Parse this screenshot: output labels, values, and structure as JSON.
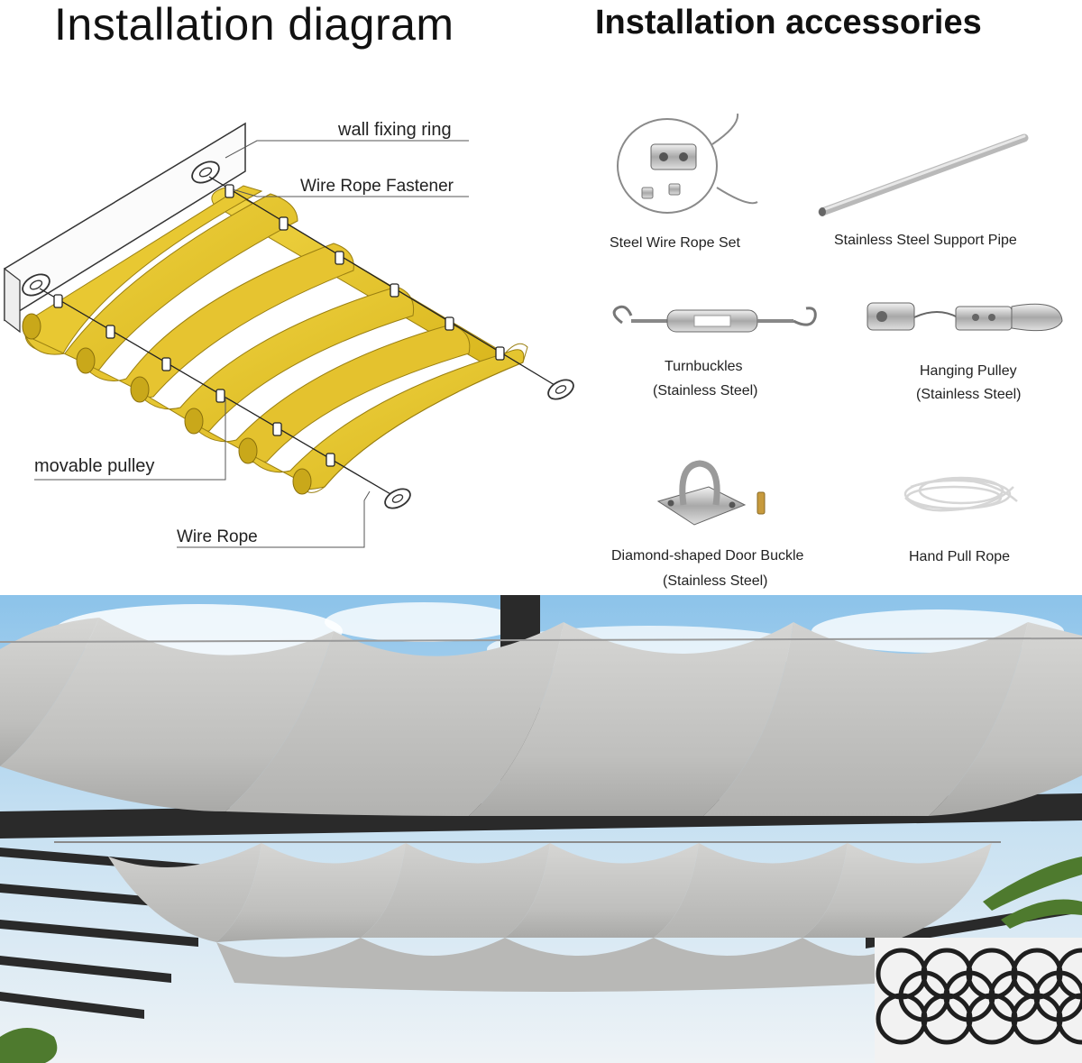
{
  "titles": {
    "diagram": "Installation diagram",
    "accessories": "Installation accessories"
  },
  "diagram_labels": {
    "wall_fixing_ring": "wall fixing ring",
    "wire_rope_fastener": "Wire Rope Fastener",
    "movable_pulley": "movable pulley",
    "wire_rope": "Wire Rope"
  },
  "accessories": [
    {
      "name": "Steel Wire Rope Set",
      "material": ""
    },
    {
      "name": "Stainless Steel Support Pipe",
      "material": ""
    },
    {
      "name": "Turnbuckles",
      "material": "(Stainless Steel)"
    },
    {
      "name": "Hanging Pulley",
      "material": "(Stainless Steel)"
    },
    {
      "name": "Diamond-shaped Door Buckle",
      "material": "(Stainless Steel)"
    },
    {
      "name": "Hand Pull Rope",
      "material": ""
    }
  ],
  "colors": {
    "shade_fabric_diagram": "#e8c832",
    "shade_fabric_photo": "#c9c9c7",
    "sky": "#8fc4e8",
    "pergola_frame": "#2a2a2a"
  }
}
